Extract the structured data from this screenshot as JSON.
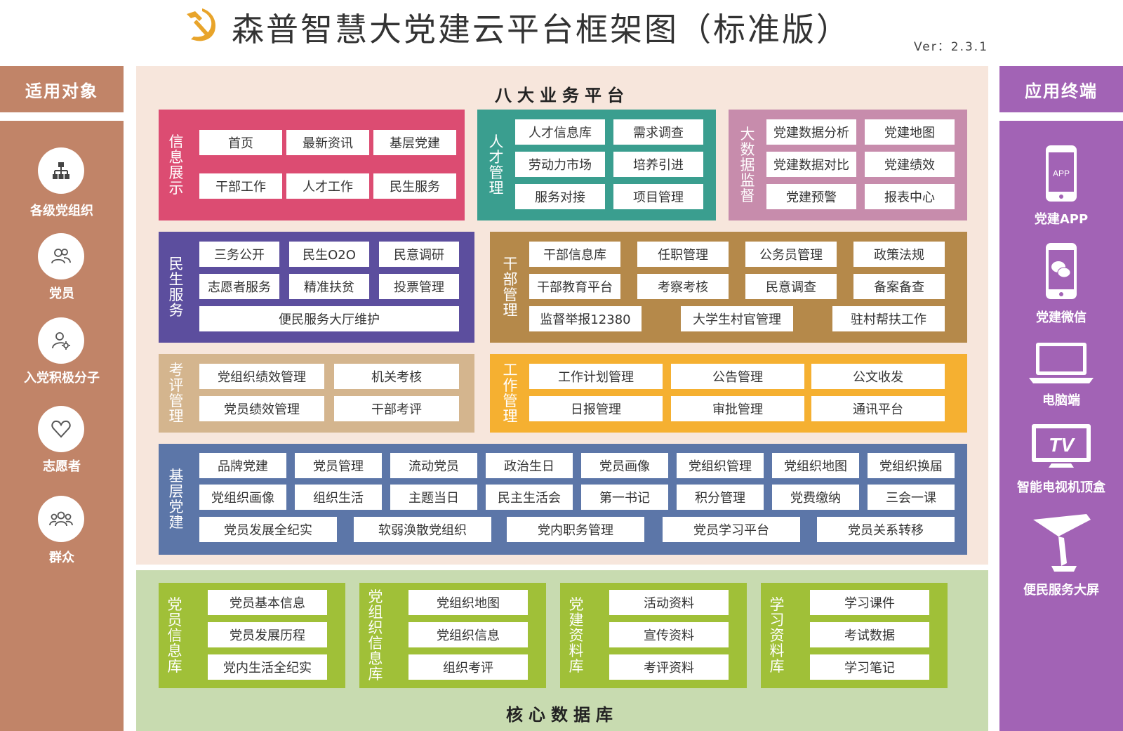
{
  "header": {
    "title": "森普智慧大党建云平台框架图（标准版）",
    "version": "Ver：2.3.1"
  },
  "left": {
    "header": "适用对象",
    "items": [
      {
        "label": "各级党组织",
        "icon": "org-chart-icon"
      },
      {
        "label": "党员",
        "icon": "people-icon"
      },
      {
        "label": "入党积极分子",
        "icon": "user-gear-icon"
      },
      {
        "label": "志愿者",
        "icon": "heart-icon"
      },
      {
        "label": "群众",
        "icon": "group-icon"
      }
    ]
  },
  "right": {
    "header": "应用终端",
    "items": [
      {
        "label": "党建APP",
        "icon": "phone-app-icon",
        "icon_text": "APP"
      },
      {
        "label": "党建微信",
        "icon": "wechat-phone-icon"
      },
      {
        "label": "电脑端",
        "icon": "laptop-icon"
      },
      {
        "label": "智能电视机顶盒",
        "icon": "tv-icon",
        "icon_text": "TV"
      },
      {
        "label": "便民服务大屏",
        "icon": "kiosk-icon"
      }
    ]
  },
  "platform": {
    "title": "八大业务平台",
    "blocks": {
      "xinxi": {
        "label": "信息展示",
        "color": "#dc4c72",
        "items": [
          "首页",
          "最新资讯",
          "基层党建",
          "干部工作",
          "人才工作",
          "民生服务"
        ]
      },
      "rencai": {
        "label": "人才管理",
        "color": "#3a9e8f",
        "items": [
          "人才信息库",
          "需求调查",
          "劳动力市场",
          "培养引进",
          "服务对接",
          "项目管理"
        ]
      },
      "dashuju": {
        "label": "大数据监督",
        "color": "#c78cac",
        "items": [
          "党建数据分析",
          "党建地图",
          "党建数据对比",
          "党建绩效",
          "党建预警",
          "报表中心"
        ]
      },
      "minsheng": {
        "label": "民生服务",
        "color": "#5c4e9e",
        "items": [
          "三务公开",
          "民生O2O",
          "民意调研",
          "志愿者服务",
          "精准扶贫",
          "投票管理",
          "便民服务大厅维护"
        ]
      },
      "ganbu": {
        "label": "干部管理",
        "color": "#b5894a",
        "items": [
          "干部信息库",
          "任职管理",
          "公务员管理",
          "政策法规",
          "干部教育平台",
          "考察考核",
          "民意调查",
          "备案备查",
          "监督举报12380",
          "大学生村官管理",
          "驻村帮扶工作"
        ]
      },
      "kaoping": {
        "label": "考评管理",
        "color": "#d4b58e",
        "items": [
          "党组织绩效管理",
          "机关考核",
          "党员绩效管理",
          "干部考评"
        ]
      },
      "gongzuo": {
        "label": "工作管理",
        "color": "#f5b031",
        "items": [
          "工作计划管理",
          "公告管理",
          "公文收发",
          "日报管理",
          "审批管理",
          "通讯平台"
        ]
      },
      "jiceng": {
        "label": "基层党建",
        "color": "#5c76a8",
        "items": [
          "品牌党建",
          "党员管理",
          "流动党员",
          "政治生日",
          "党员画像",
          "党组织管理",
          "党组织地图",
          "党组织换届",
          "党组织画像",
          "组织生活",
          "主题当日",
          "民主生活会",
          "第一书记",
          "积分管理",
          "党费缴纳",
          "三会一课",
          "党员发展全纪实",
          "软弱涣散党组织",
          "党内职务管理",
          "党员学习平台",
          "党员关系转移"
        ]
      }
    }
  },
  "database": {
    "title": "核心数据库",
    "color": "#a0c038",
    "blocks": [
      {
        "label": "党员信息库",
        "items": [
          "党员基本信息",
          "党员发展历程",
          "党内生活全纪实"
        ]
      },
      {
        "label": "党组织信息库",
        "items": [
          "党组织地图",
          "党组织信息",
          "组织考评"
        ]
      },
      {
        "label": "党建资料库",
        "items": [
          "活动资料",
          "宣传资料",
          "考评资料"
        ]
      },
      {
        "label": "学习资料库",
        "items": [
          "学习课件",
          "考试数据",
          "学习笔记"
        ]
      }
    ]
  }
}
